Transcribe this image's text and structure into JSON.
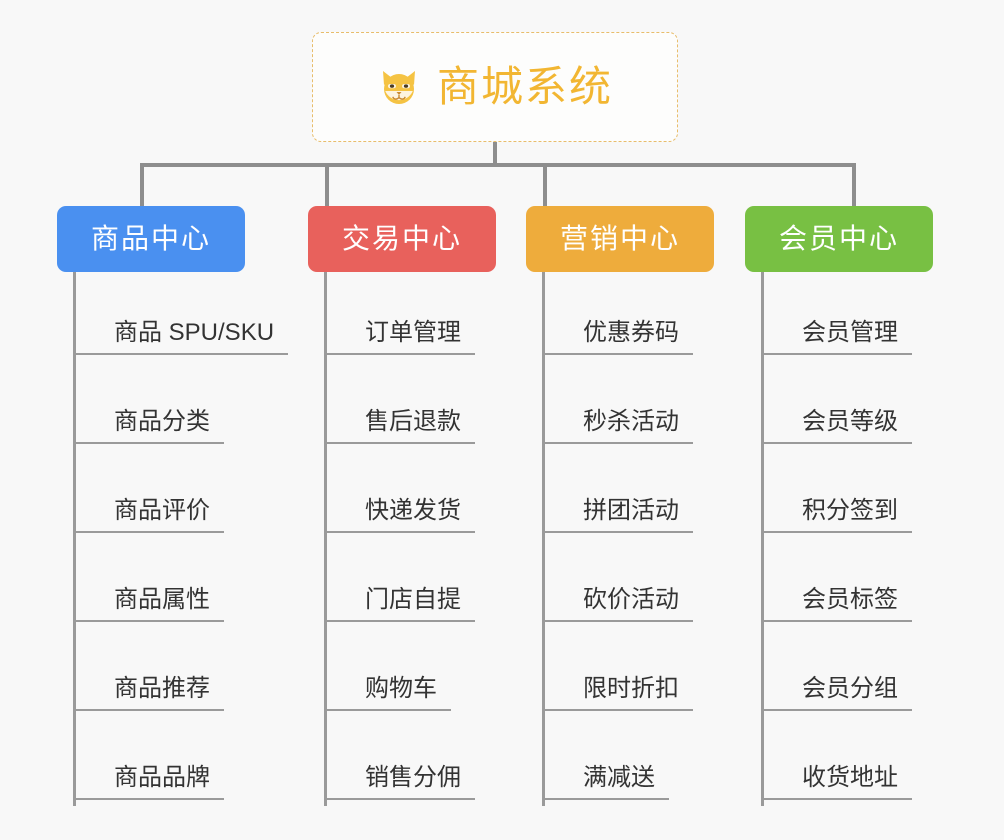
{
  "root": {
    "title": "商城系统",
    "icon": "shiba-dog-emoji",
    "border_color": "#e8bd6b",
    "text_color": "#f2b632"
  },
  "canvas": {
    "background": "#f8f8f8",
    "connector_color": "#8e8e8e",
    "leaf_line_color": "#9a9a9a",
    "leaf_text_color": "#333333"
  },
  "branches": [
    {
      "label": "商品中心",
      "color": "#4a90f0",
      "leaves": [
        "商品 SPU/SKU",
        "商品分类",
        "商品评价",
        "商品属性",
        "商品推荐",
        "商品品牌"
      ]
    },
    {
      "label": "交易中心",
      "color": "#e8615c",
      "leaves": [
        "订单管理",
        "售后退款",
        "快递发货",
        "门店自提",
        "购物车",
        "销售分佣"
      ]
    },
    {
      "label": "营销中心",
      "color": "#eeac3c",
      "leaves": [
        "优惠券码",
        "秒杀活动",
        "拼团活动",
        "砍价活动",
        "限时折扣",
        "满减送"
      ]
    },
    {
      "label": "会员中心",
      "color": "#78c043",
      "leaves": [
        "会员管理",
        "会员等级",
        "积分签到",
        "会员标签",
        "会员分组",
        "收货地址"
      ]
    }
  ]
}
